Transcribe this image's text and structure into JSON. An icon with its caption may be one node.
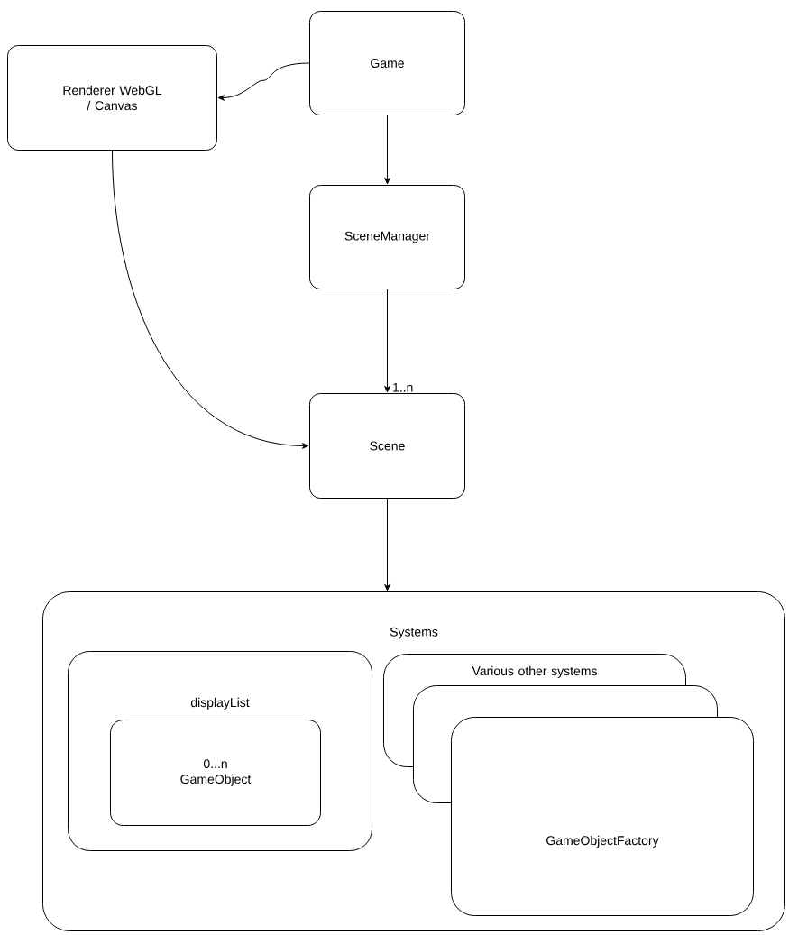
{
  "diagram": {
    "nodes": [
      {
        "text": [
          "Game"
        ]
      },
      {
        "text": [
          "Renderer WebGL / Canvas"
        ]
      },
      {
        "text": [
          "SceneManager"
        ]
      },
      {
        "text": [
          "Scene"
        ]
      },
      {
        "text": [
          "Systems"
        ]
      },
      {
        "text": [
          "displayList"
        ],
        "in": 4
      },
      {
        "text": [
          "0...n GameObject"
        ],
        "in": 5
      },
      {
        "text": [
          "Various other systems"
        ],
        "in": 4
      },
      {
        "text": [],
        "shape": "box",
        "in": 4
      },
      {
        "text": [
          "GameObjectFactory"
        ],
        "in": 4
      }
    ],
    "edges": [
      {
        "from": 0,
        "to": 1,
        "arrow": "to"
      },
      {
        "from": 0,
        "to": 2,
        "arrow": "to"
      },
      {
        "from": 2,
        "to": 3,
        "arrow": "to",
        "label": "1..n"
      },
      {
        "from": 1,
        "to": 3,
        "arrow": "to"
      },
      {
        "from": 3,
        "to": 4,
        "arrow": "to"
      }
    ]
  }
}
